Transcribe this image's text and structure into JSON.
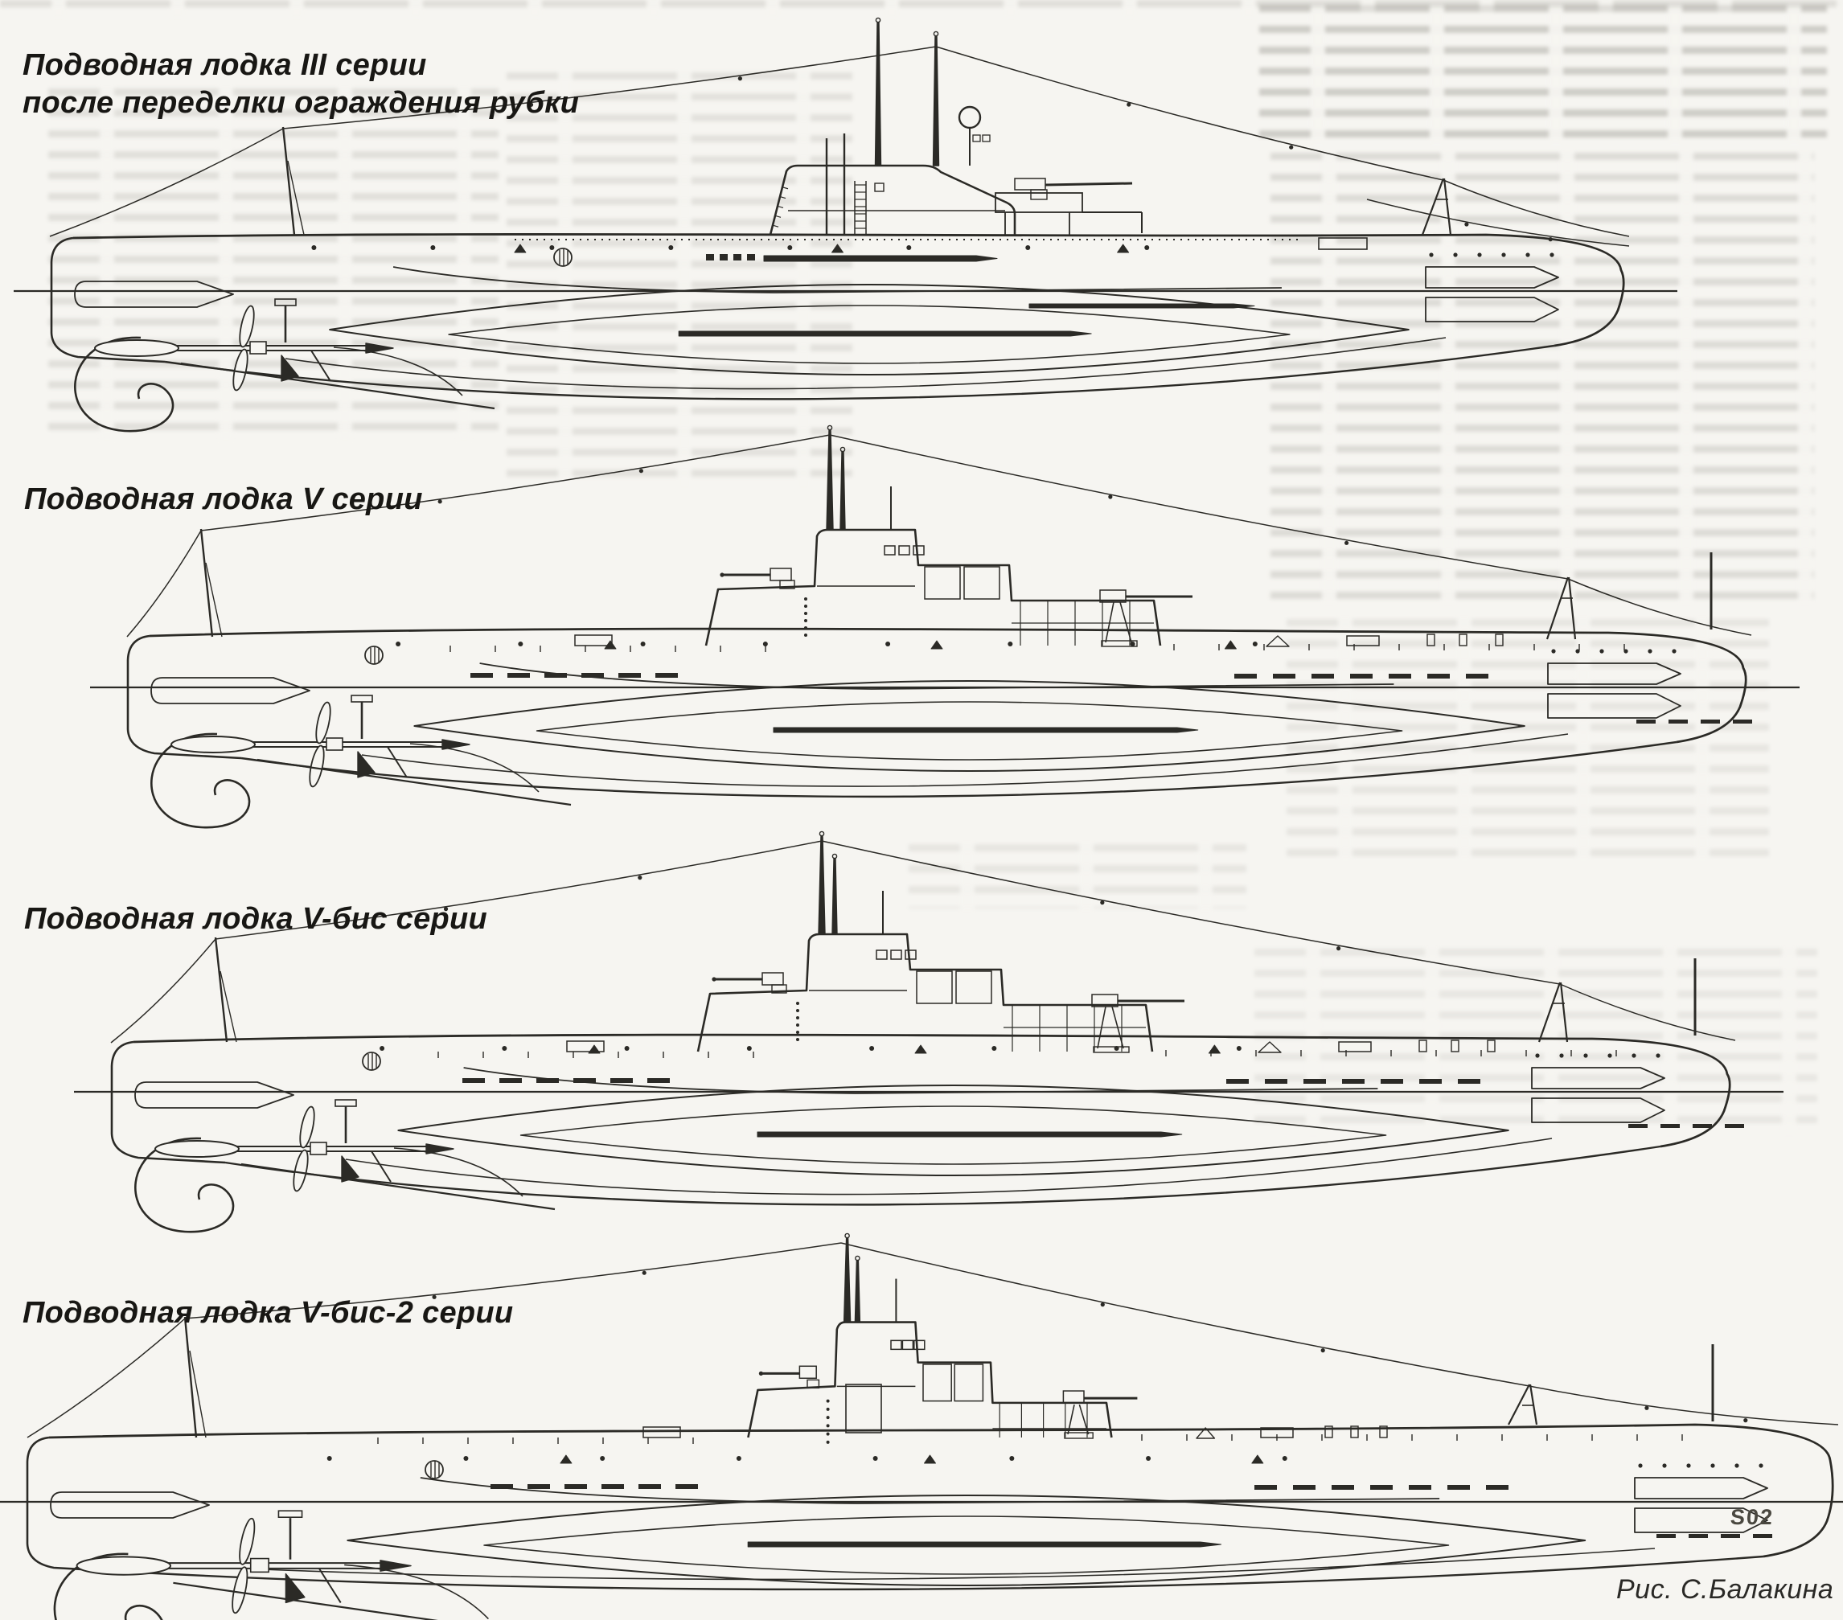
{
  "page": {
    "background_color": "#f6f5f1",
    "ink_color": "#2b2a26",
    "description_kind": "scanned book page with four submarine side-view line drawings"
  },
  "figure": {
    "caption": "Рис. С.Балакина",
    "hull_marking": "S02",
    "drawings": [
      {
        "id": "series-iii",
        "label_lines": [
          "Подводная лодка III серии",
          "после переделки ограждения рубки"
        ]
      },
      {
        "id": "series-v",
        "label_lines": [
          "Подводная лодка V серии"
        ]
      },
      {
        "id": "series-v-bis",
        "label_lines": [
          "Подводная лодка V-бис серии"
        ]
      },
      {
        "id": "series-v-bis-2",
        "label_lines": [
          "Подводная лодка V-бис-2 серии"
        ]
      }
    ]
  }
}
